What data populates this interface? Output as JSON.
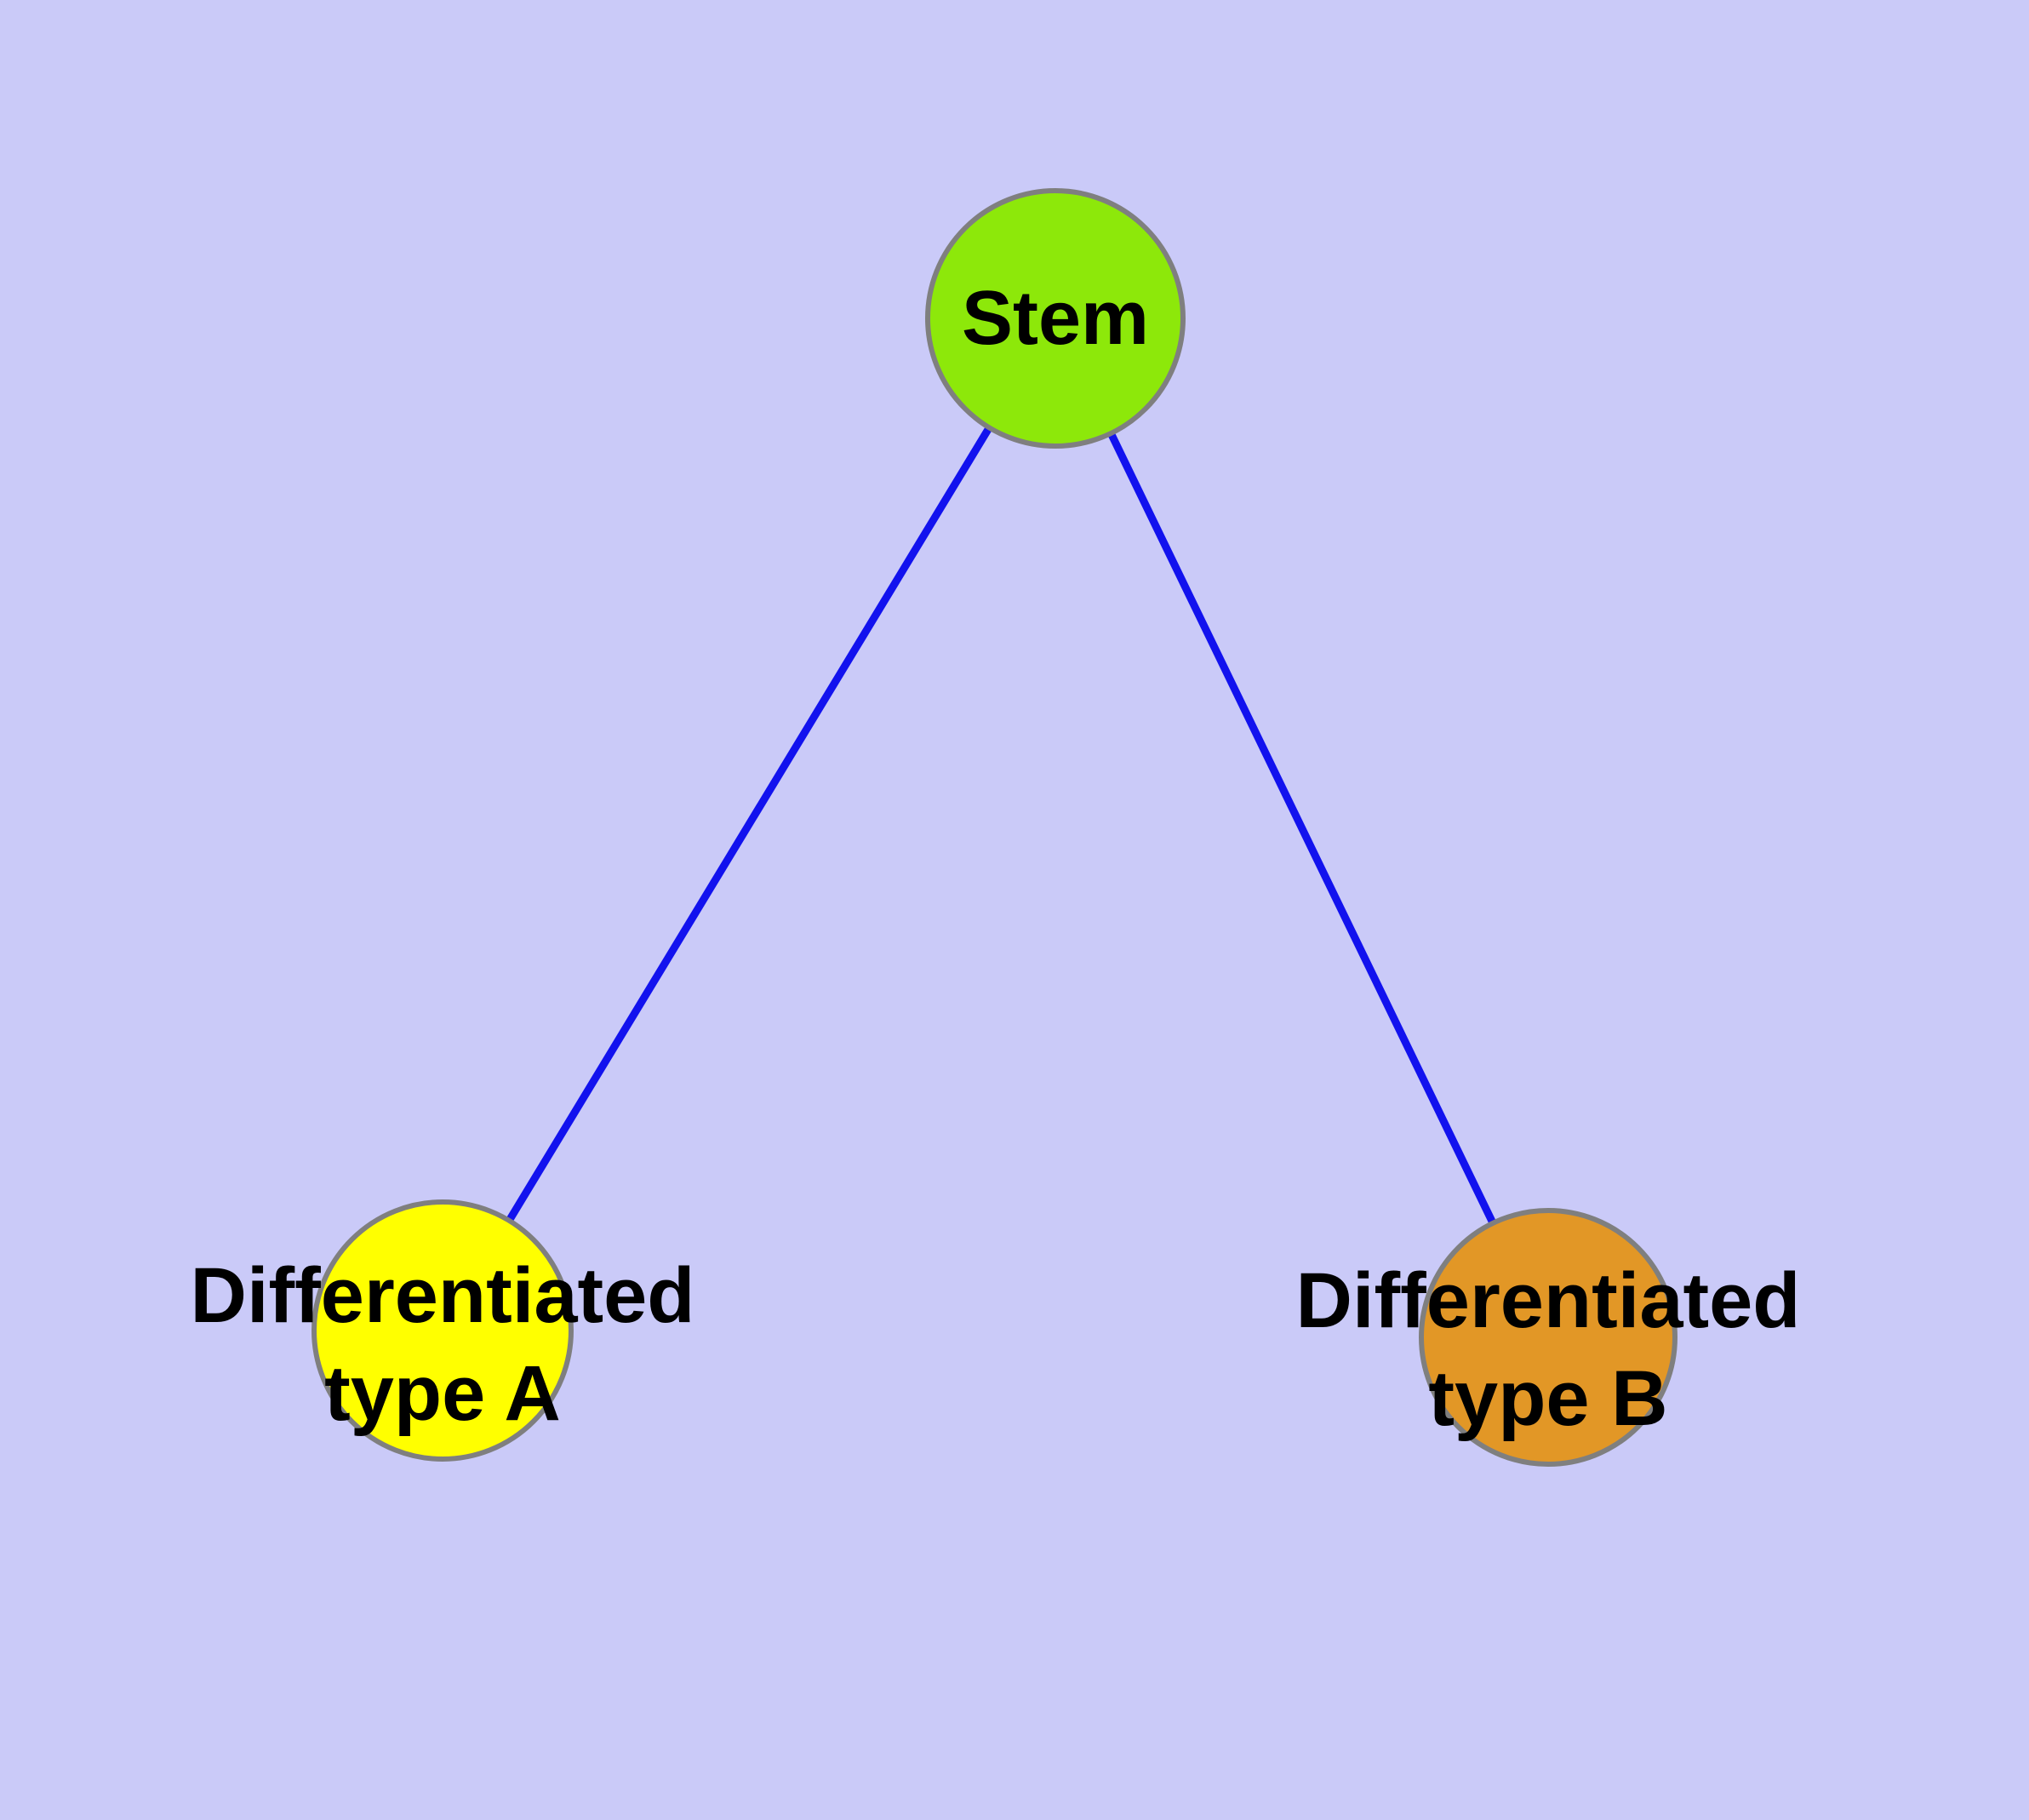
{
  "diagram": {
    "title": "",
    "background_color": "#CACAF8",
    "edge_color": "#1212EE",
    "node_border_color": "#7F7F7F",
    "label_color": "#000000",
    "nodes": {
      "stem": {
        "label": "Stem",
        "fill": "#8DE80A"
      },
      "type_a": {
        "label_line1": "Differentiated",
        "label_line2": "type A",
        "fill": "#FFFF00"
      },
      "type_b": {
        "label_line1": "Differentiated",
        "label_line2": "type B",
        "fill": "#E29726"
      }
    },
    "edges": [
      {
        "from": "Stem",
        "to": "Differentiated type A"
      },
      {
        "from": "Stem",
        "to": "Differentiated type B"
      }
    ]
  }
}
